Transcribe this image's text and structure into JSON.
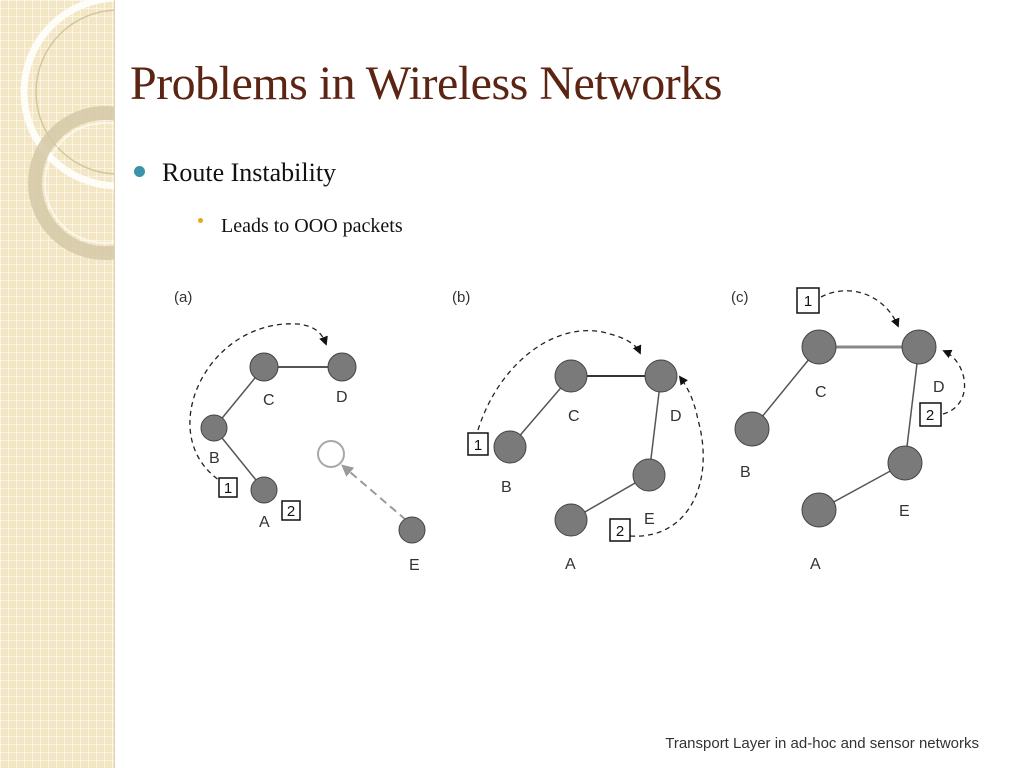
{
  "slide": {
    "title": "Problems in Wireless Networks",
    "bullets": [
      {
        "text": "Route Instability",
        "sub": [
          {
            "text": "Leads to OOO packets"
          }
        ]
      }
    ],
    "footer": "Transport Layer in ad-hoc and sensor networks"
  },
  "colors": {
    "title": "#5c2412",
    "bullet_primary": "#3a93a6",
    "bullet_secondary": "#e6a81e",
    "sidebar": "#f2e6c4",
    "node_fill": "#7a7a7a"
  },
  "diagram": {
    "panels": [
      {
        "label": "(a)",
        "nodes": [
          {
            "id": "C",
            "label": "C"
          },
          {
            "id": "D",
            "label": "D"
          },
          {
            "id": "B",
            "label": "B"
          },
          {
            "id": "A",
            "label": "A"
          },
          {
            "id": "E",
            "label": "E"
          },
          {
            "id": "E_new",
            "label": ""
          }
        ],
        "packets": [
          "1",
          "2"
        ]
      },
      {
        "label": "(b)",
        "nodes": [
          {
            "id": "C",
            "label": "C"
          },
          {
            "id": "D",
            "label": "D"
          },
          {
            "id": "B",
            "label": "B"
          },
          {
            "id": "E",
            "label": "E"
          },
          {
            "id": "A",
            "label": "A"
          }
        ],
        "packets": [
          "1",
          "2"
        ]
      },
      {
        "label": "(c)",
        "nodes": [
          {
            "id": "C",
            "label": "C"
          },
          {
            "id": "D",
            "label": "D"
          },
          {
            "id": "B",
            "label": "B"
          },
          {
            "id": "E",
            "label": "E"
          },
          {
            "id": "A",
            "label": "A"
          }
        ],
        "packets": [
          "1",
          "2"
        ]
      }
    ]
  }
}
